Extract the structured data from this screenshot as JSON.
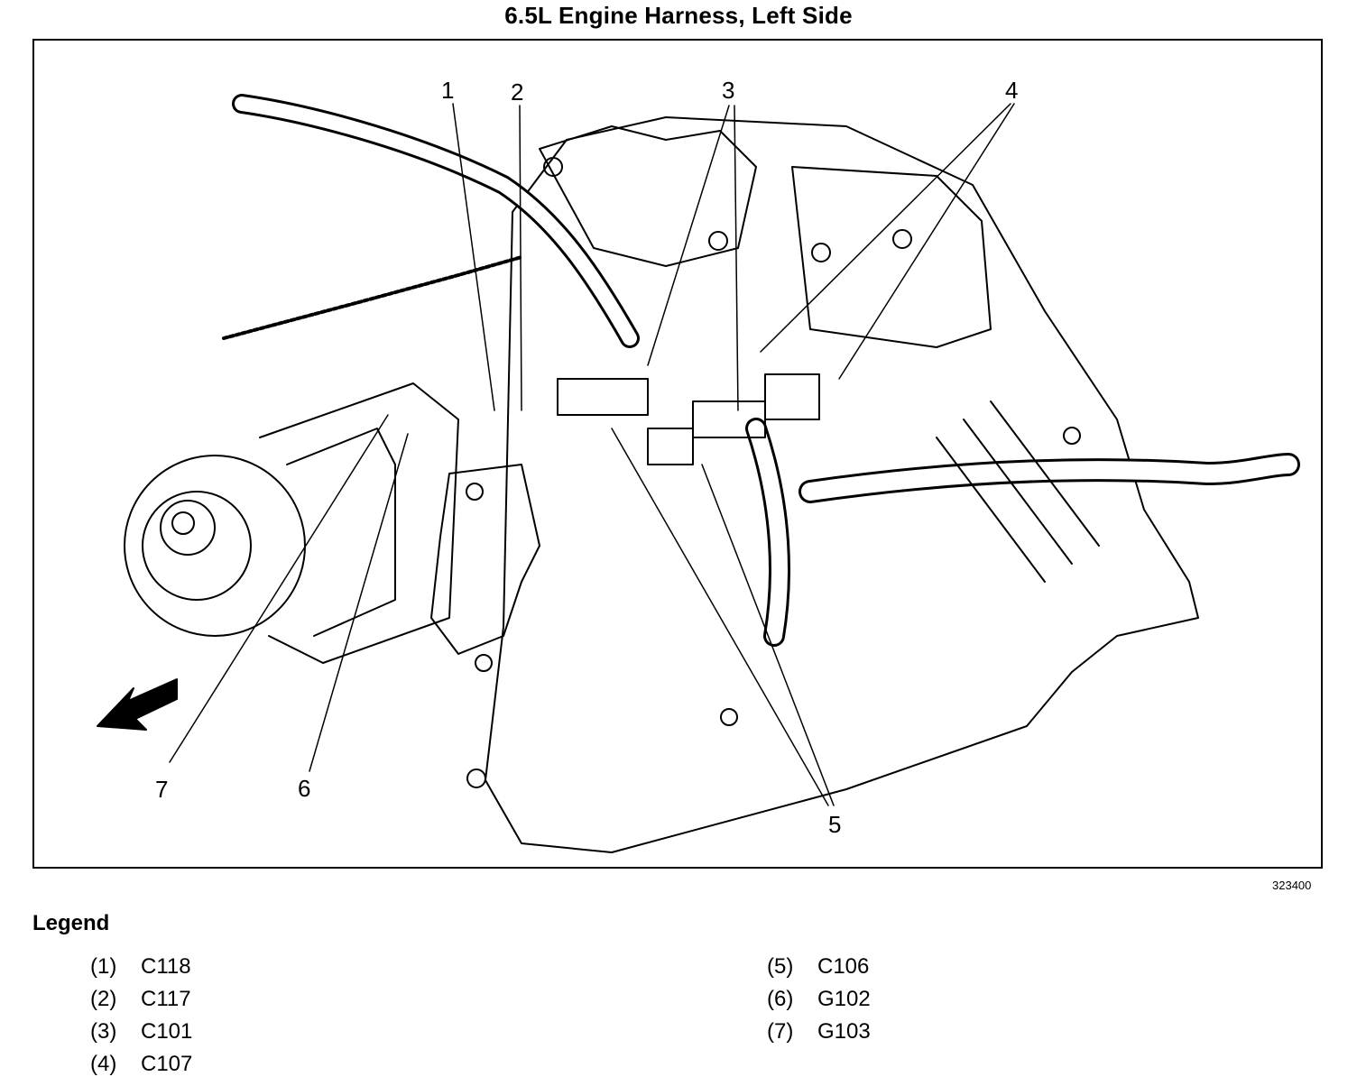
{
  "title": "6.5L Engine Harness, Left Side",
  "figure_id": "323400",
  "callouts": [
    "1",
    "2",
    "3",
    "4",
    "5",
    "6",
    "7"
  ],
  "legend": {
    "heading": "Legend",
    "left": [
      {
        "num": "(1)",
        "code": "C118"
      },
      {
        "num": "(2)",
        "code": "C117"
      },
      {
        "num": "(3)",
        "code": "C101"
      },
      {
        "num": "(4)",
        "code": "C107"
      }
    ],
    "right": [
      {
        "num": "(5)",
        "code": "C106"
      },
      {
        "num": "(6)",
        "code": "G102"
      },
      {
        "num": "(7)",
        "code": "G103"
      }
    ]
  }
}
